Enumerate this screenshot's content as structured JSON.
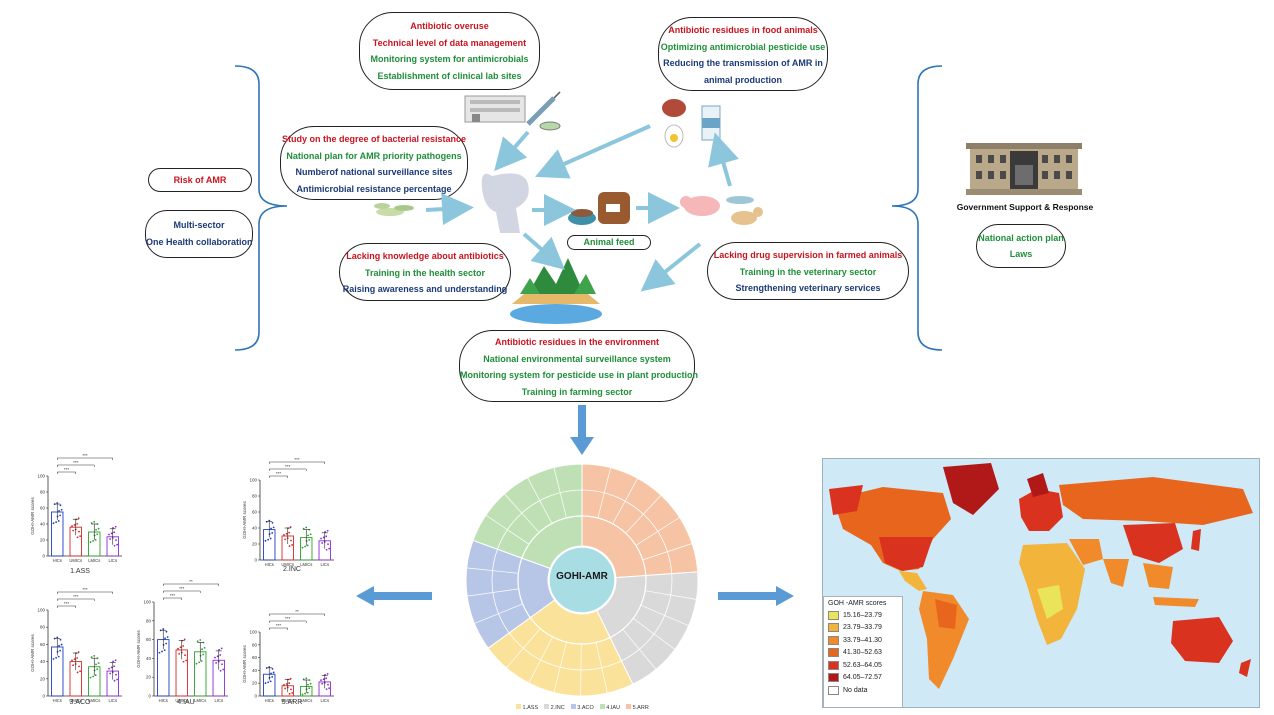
{
  "top_box": {
    "lines": [
      {
        "text": "Antibiotic overuse",
        "color": "red"
      },
      {
        "text": "Technical level of data management",
        "color": "red"
      },
      {
        "text": "Monitoring system for antimicrobials",
        "color": "green"
      },
      {
        "text": "Establishment of clinical lab sites",
        "color": "green"
      }
    ]
  },
  "food_box": {
    "lines": [
      {
        "text": "Antibiotic residues in food animals",
        "color": "red"
      },
      {
        "text": "Optimizing antimicrobial pesticide use",
        "color": "green"
      },
      {
        "text": "Reducing the transmission of AMR in",
        "color": "navy"
      },
      {
        "text": "animal production",
        "color": "navy"
      }
    ]
  },
  "bacteria_box": {
    "lines": [
      {
        "text": "Study on the degree of bacterial resistance",
        "color": "red"
      },
      {
        "text": "National plan for AMR priority pathogens",
        "color": "green"
      },
      {
        "text": "Numberof national surveillance sites",
        "color": "navy"
      },
      {
        "text": "Antimicrobial resistance percentage",
        "color": "navy"
      }
    ]
  },
  "knowledge_box": {
    "lines": [
      {
        "text": "Lacking knowledge about antibiotics",
        "color": "red"
      },
      {
        "text": "Training in the health sector",
        "color": "green"
      },
      {
        "text": "Raising awareness and understanding",
        "color": "navy"
      }
    ]
  },
  "vet_box": {
    "lines": [
      {
        "text": "Lacking drug supervision in farmed animals",
        "color": "red"
      },
      {
        "text": "Training in the veterinary sector",
        "color": "green"
      },
      {
        "text": "Strengthening veterinary services",
        "color": "navy"
      }
    ]
  },
  "env_box": {
    "lines": [
      {
        "text": "Antibiotic residues in the environment",
        "color": "red"
      },
      {
        "text": "National environmental surveillance system",
        "color": "green"
      },
      {
        "text": "Monitoring system for pesticide use in plant production",
        "color": "green"
      },
      {
        "text": "Training in farming sector",
        "color": "green"
      }
    ]
  },
  "left_panel": {
    "risk": "Risk of AMR",
    "multi_sector": "Multi-sector",
    "one_health": "One Health collaboration"
  },
  "animal_feed": "Animal feed",
  "right_panel": {
    "title": "Government Support & Response",
    "plan": "National action plan",
    "laws": "Laws"
  },
  "center_label": "GOHI-AMR",
  "sunburst_legend": [
    "1.ASS",
    "2.INC",
    "3.ACO",
    "4.IAU",
    "5.ARR"
  ],
  "bar_charts": [
    {
      "caption": "1.ASS",
      "ylabel": "GOHI-AMR scores",
      "categories": [
        "HICs",
        "UMICs",
        "LMICs",
        "LICs"
      ],
      "values": [
        55,
        36,
        30,
        24
      ],
      "ylim": [
        0,
        100
      ],
      "sig": [
        "***",
        "***",
        "***"
      ]
    },
    {
      "caption": "2.INC",
      "ylabel": "GOHI-AMR scores",
      "categories": [
        "HICs",
        "UMICs",
        "LMICs",
        "LICs"
      ],
      "values": [
        38,
        30,
        28,
        24
      ],
      "ylim": [
        0,
        100
      ],
      "sig": [
        "***",
        "***",
        "***"
      ]
    },
    {
      "caption": "3.ACO",
      "ylabel": "GOHI-AMR scores",
      "categories": [
        "HICs",
        "UMICs",
        "LMICs",
        "LICs"
      ],
      "values": [
        57,
        40,
        34,
        29
      ],
      "ylim": [
        0,
        100
      ],
      "sig": [
        "***",
        "***",
        "***"
      ]
    },
    {
      "caption": "4.IAU",
      "ylabel": "GOHI-AMR scores",
      "categories": [
        "HICs",
        "UMICs",
        "LMICs",
        "LICs"
      ],
      "values": [
        60,
        49,
        47,
        38
      ],
      "ylim": [
        0,
        100
      ],
      "sig": [
        "***",
        "***",
        "**"
      ]
    },
    {
      "caption": "5.ARR",
      "ylabel": "GOHI-AMR scores",
      "categories": [
        "HICs",
        "UMICs",
        "LMICs",
        "LICs"
      ],
      "values": [
        34,
        16,
        15,
        22
      ],
      "ylim": [
        0,
        100
      ],
      "sig": [
        "***",
        "***",
        "**",
        "***",
        "***"
      ]
    }
  ],
  "map_legend": {
    "title": "GOH -AMR scores",
    "items": [
      {
        "label": "15.16–23.79",
        "color": "#e9e45a"
      },
      {
        "label": "23.79–33.79",
        "color": "#f2b43a"
      },
      {
        "label": "33.79–41.30",
        "color": "#f08a2a"
      },
      {
        "label": "41.30–52.63",
        "color": "#e8651d"
      },
      {
        "label": "52.63–64.05",
        "color": "#d93320"
      },
      {
        "label": "64.05–72.57",
        "color": "#b11818"
      },
      {
        "label": "No data",
        "color": "#ffffff"
      }
    ]
  },
  "colors": {
    "arrow": "#8cc6dc",
    "blue_arrow": "#5b9bd5",
    "brace": "#2e75b6",
    "bar_colors": [
      "#1f3fbf",
      "#d62828",
      "#2aa02a",
      "#8a2bd6"
    ],
    "sector_orange": "#f6c4a5",
    "sector_gray": "#d9d9d9",
    "sector_yellow": "#fbe29a",
    "sector_blue": "#b7c6e6",
    "sector_green": "#bfe0b5",
    "center": "#a9dde4"
  }
}
